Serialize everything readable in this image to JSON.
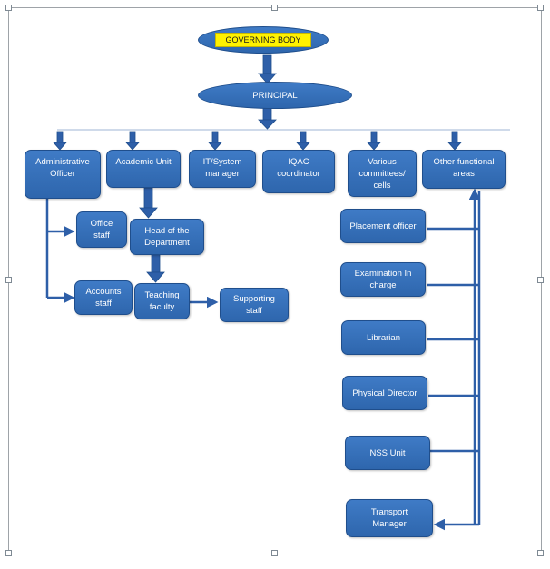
{
  "colors": {
    "box_fill": "#3a75bf",
    "box_border": "#1f4e8c",
    "connector": "#2e5fa8",
    "label_highlight": "#fff200",
    "text": "#ffffff"
  },
  "governing_body": "GOVERNING BODY",
  "principal": "PRINCIPAL",
  "level1": {
    "admin_officer": "Administrative\nOfficer",
    "academic_unit": "Academic Unit",
    "it_manager": "IT/System\nmanager",
    "iqac": "IQAC\ncoordinator",
    "committees": "Various\ncommittees/\ncells",
    "other_areas": "Other functional\nareas"
  },
  "admin_children": {
    "office_staff": "Office\nstaff",
    "accounts_staff": "Accounts\nstaff"
  },
  "academic_children": {
    "hod": "Head of the\nDepartment",
    "teaching_faculty": "Teaching\nfaculty",
    "supporting_staff": "Supporting\nstaff"
  },
  "functional_areas": [
    "Placement officer",
    "Examination In\ncharge",
    "Librarian",
    "Physical Director",
    "NSS Unit",
    "Transport\nManager"
  ]
}
